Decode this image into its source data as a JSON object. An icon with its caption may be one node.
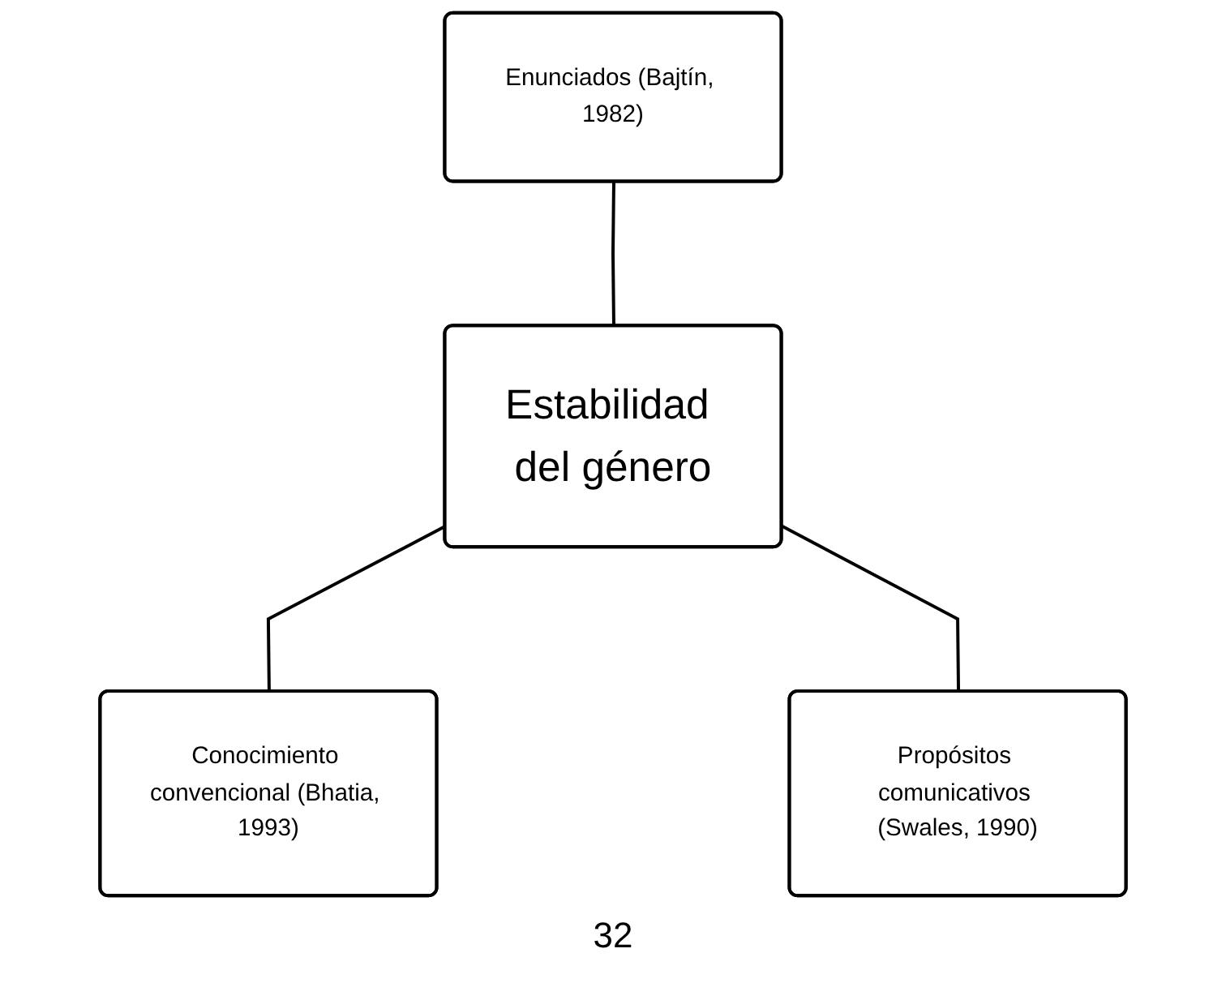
{
  "diagram": {
    "nodes": [
      {
        "text": [
          "Enunciados (Bajtín, 1982)"
        ]
      },
      {
        "text": [
          "Estabilidad del género"
        ]
      },
      {
        "text": [
          "Conocimiento convencional (Bhatia, 1993)"
        ]
      },
      {
        "text": [
          "Propósitos comunicativos (Swales, 1990)"
        ]
      }
    ],
    "edges": [
      {
        "from": 0,
        "to": 1,
        "arrow": "none"
      },
      {
        "from": 1,
        "to": 2,
        "arrow": "none"
      },
      {
        "from": 1,
        "to": 3,
        "arrow": "none"
      }
    ],
    "labels": [
      "32"
    ]
  }
}
